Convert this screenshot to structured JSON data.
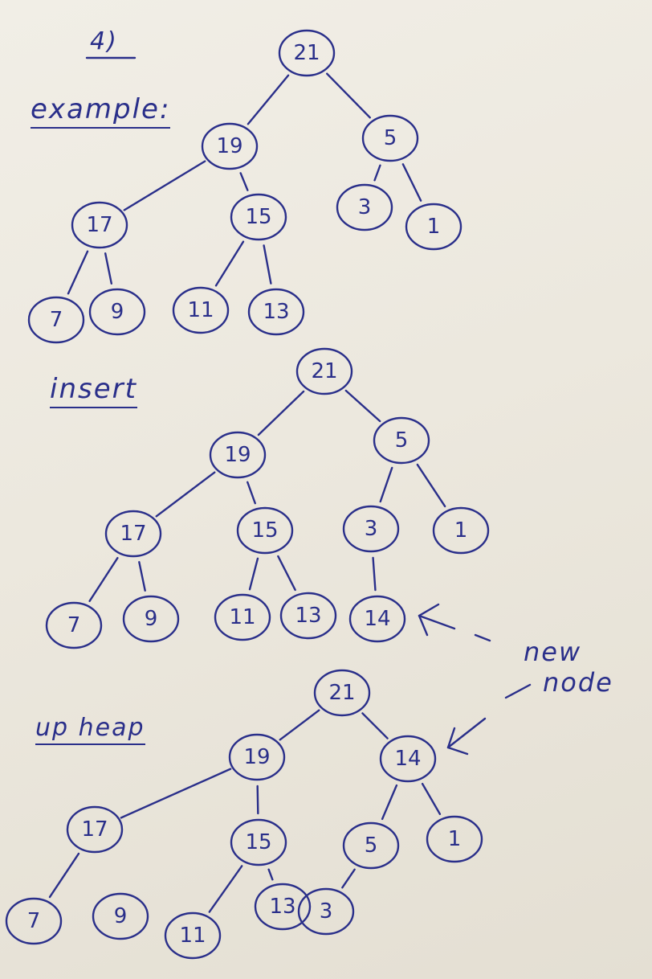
{
  "labels": {
    "problem_number": "4)",
    "example": "example:",
    "insert": "insert",
    "upheap": "up heap",
    "new_node_line1": "new",
    "new_node_line2": "node"
  },
  "ink_color": "#2a2f8a",
  "trees": [
    {
      "id": "example",
      "nodes": [
        {
          "id": "e21",
          "label": "21"
        },
        {
          "id": "e19",
          "label": "19"
        },
        {
          "id": "e5",
          "label": "5"
        },
        {
          "id": "e17",
          "label": "17"
        },
        {
          "id": "e15",
          "label": "15"
        },
        {
          "id": "e3",
          "label": "3"
        },
        {
          "id": "e1",
          "label": "1"
        },
        {
          "id": "e7",
          "label": "7"
        },
        {
          "id": "e9",
          "label": "9"
        },
        {
          "id": "e11",
          "label": "11"
        },
        {
          "id": "e13",
          "label": "13"
        }
      ],
      "edges": [
        [
          "e21",
          "e19"
        ],
        [
          "e21",
          "e5"
        ],
        [
          "e19",
          "e17"
        ],
        [
          "e19",
          "e15"
        ],
        [
          "e5",
          "e3"
        ],
        [
          "e5",
          "e1"
        ],
        [
          "e17",
          "e7"
        ],
        [
          "e17",
          "e9"
        ],
        [
          "e15",
          "e11"
        ],
        [
          "e15",
          "e13"
        ]
      ]
    },
    {
      "id": "insert",
      "nodes": [
        {
          "id": "i21",
          "label": "21"
        },
        {
          "id": "i19",
          "label": "19"
        },
        {
          "id": "i5",
          "label": "5"
        },
        {
          "id": "i17",
          "label": "17"
        },
        {
          "id": "i15",
          "label": "15"
        },
        {
          "id": "i3",
          "label": "3"
        },
        {
          "id": "i1",
          "label": "1"
        },
        {
          "id": "i7",
          "label": "7"
        },
        {
          "id": "i9",
          "label": "9"
        },
        {
          "id": "i11",
          "label": "11"
        },
        {
          "id": "i13",
          "label": "13"
        },
        {
          "id": "i14",
          "label": "14"
        }
      ],
      "edges": [
        [
          "i21",
          "i19"
        ],
        [
          "i21",
          "i5"
        ],
        [
          "i19",
          "i17"
        ],
        [
          "i19",
          "i15"
        ],
        [
          "i5",
          "i3"
        ],
        [
          "i5",
          "i1"
        ],
        [
          "i17",
          "i7"
        ],
        [
          "i17",
          "i9"
        ],
        [
          "i15",
          "i11"
        ],
        [
          "i15",
          "i13"
        ],
        [
          "i3",
          "i14"
        ]
      ]
    },
    {
      "id": "upheap",
      "nodes": [
        {
          "id": "u21",
          "label": "21"
        },
        {
          "id": "u19",
          "label": "19"
        },
        {
          "id": "u14",
          "label": "14"
        },
        {
          "id": "u17",
          "label": "17"
        },
        {
          "id": "u15",
          "label": "15"
        },
        {
          "id": "u5",
          "label": "5"
        },
        {
          "id": "u1",
          "label": "1"
        },
        {
          "id": "u7",
          "label": "7"
        },
        {
          "id": "u9",
          "label": "9"
        },
        {
          "id": "u11",
          "label": "11"
        },
        {
          "id": "u13",
          "label": "13"
        },
        {
          "id": "u3",
          "label": "3"
        }
      ],
      "edges": [
        [
          "u21",
          "u19"
        ],
        [
          "u21",
          "u14"
        ],
        [
          "u19",
          "u17"
        ],
        [
          "u19",
          "u15"
        ],
        [
          "u14",
          "u5"
        ],
        [
          "u14",
          "u1"
        ],
        [
          "u17",
          "u7"
        ],
        [
          "u15",
          "u11"
        ],
        [
          "u15",
          "u13"
        ],
        [
          "u5",
          "u3"
        ]
      ]
    }
  ]
}
